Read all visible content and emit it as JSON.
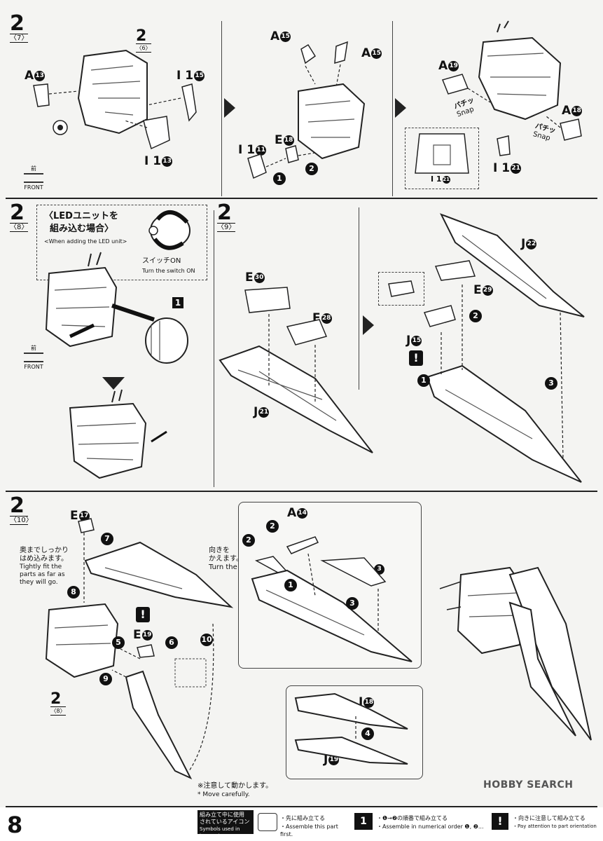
{
  "page_number": "8",
  "panels": {
    "p1": {
      "step": "2",
      "sub": "〈7〉",
      "labels": {
        "a13": "A",
        "a13n": "13",
        "i15": "I 1",
        "i15n": "15",
        "i13": "I 1",
        "i13n": "13",
        "ref_step": "2",
        "ref_sub": "〈6〉"
      },
      "front_jp": "前",
      "front_en": "FRONT"
    },
    "p2": {
      "labels": {
        "a15a": "A",
        "a15an": "15",
        "a15b": "A",
        "a15bn": "15",
        "i11": "I 1",
        "i11n": "11",
        "e18": "E",
        "e18n": "18"
      },
      "order": [
        "1",
        "2"
      ]
    },
    "p3": {
      "labels": {
        "a19": "A",
        "a19n": "19",
        "a18": "A",
        "a18n": "18",
        "i21": "I 1",
        "i21n": "21",
        "i21b": "I 1",
        "i21bn": "21"
      },
      "snap_jp": "パチッ",
      "snap_en": "Snap"
    },
    "p4": {
      "step": "2",
      "sub": "〈8〉",
      "led_title_jp1": "〈LEDユニットを",
      "led_title_jp2": "組み込む場合〉",
      "led_title_en": "<When adding the LED unit>",
      "switch_jp": "スイッチON",
      "switch_en": "Turn the switch ON",
      "part_num": "1",
      "front_jp": "前",
      "front_en": "FRONT"
    },
    "p5": {
      "step": "2",
      "sub": "〈9〉",
      "labels": {
        "e30": "E",
        "e30n": "30",
        "e28": "E",
        "e28n": "28",
        "j21": "J",
        "j21n": "21"
      }
    },
    "p6": {
      "labels": {
        "j22": "J",
        "j22n": "22",
        "e29": "E",
        "e29n": "29",
        "j15": "J",
        "j15n": "15"
      },
      "order": [
        "1",
        "2",
        "3"
      ]
    },
    "p7": {
      "step": "2",
      "sub": "〈10〉",
      "labels": {
        "e17": "E",
        "e17n": "17",
        "e19": "E",
        "e19n": "19",
        "a14": "A",
        "a14n": "14",
        "a3": "A",
        "a3n": "3",
        "j18": "J",
        "j18n": "18",
        "j19": "J",
        "j19n": "19",
        "ref_step": "2",
        "ref_sub": "〈8〉"
      },
      "tight_jp1": "奥までしっかり",
      "tight_jp2": "はめ込みます。",
      "tight_en1": "Tightly fit the",
      "tight_en2": "parts as far as",
      "tight_en3": "they will go.",
      "turn_jp1": "向きを",
      "turn_jp2": "かえます。",
      "turn_en": "Turn the parts.",
      "careful_jp": "※注意して動かします。",
      "careful_en": "* Move carefully.",
      "order": [
        "1",
        "2",
        "2",
        "3",
        "4",
        "5",
        "6",
        "7",
        "8",
        "9",
        "10"
      ]
    }
  },
  "legend": {
    "head_jp1": "組み立て中に使用",
    "head_jp2": "されているアイコン",
    "head_en": "Symbols used in instructions",
    "first_jp": "・先に組み立てる",
    "first_en": "・Assemble this part first.",
    "order_jp": "・❶→❷の順番で組み立てる",
    "order_en": "・Assemble in numerical order ❶, ❷...",
    "orient_jp": "・向きに注意して組み立てる",
    "orient_en": "・Pay attention to part orientation"
  },
  "watermark": "HOBBY SEARCH"
}
